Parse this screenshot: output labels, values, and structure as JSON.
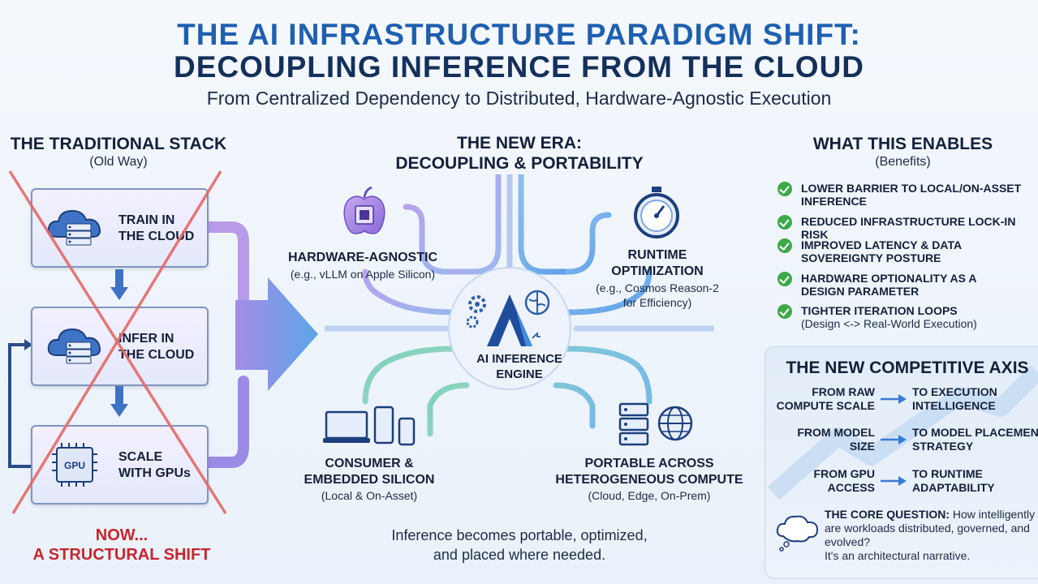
{
  "header": {
    "title_line1": "THE AI INFRASTRUCTURE PARADIGM SHIFT:",
    "title_line2": "DECOUPLING INFERENCE FROM THE CLOUD",
    "subtitle": "From Centralized Dependency to Distributed, Hardware-Agnostic Execution"
  },
  "traditional": {
    "heading": "THE TRADITIONAL STACK",
    "subheading": "(Old Way)",
    "steps": [
      {
        "line1": "TRAIN IN",
        "line2": "THE CLOUD",
        "icon": "cloud-server-icon"
      },
      {
        "line1": "INFER IN",
        "line2": "THE CLOUD",
        "icon": "cloud-server-icon"
      },
      {
        "line1": "SCALE",
        "line2": "WITH GPUs",
        "icon": "gpu-chip-icon",
        "chip_text": "GPU"
      }
    ],
    "now_line1": "NOW...",
    "now_line2": "A STRUCTURAL SHIFT"
  },
  "new_era": {
    "heading_line1": "THE NEW ERA:",
    "heading_line2": "DECOUPLING & PORTABILITY",
    "engine_line1": "AI INFERENCE",
    "engine_line2": "ENGINE",
    "features": [
      {
        "label": "HARDWARE-AGNOSTIC",
        "sub": "(e.g., vLLM on Apple Silicon)",
        "icon": "apple-chip-icon"
      },
      {
        "label_line1": "RUNTIME",
        "label_line2": "OPTIMIZATION",
        "sub_line1": "(e.g., Cosmos Reason-2",
        "sub_line2": "for Efficiency)",
        "icon": "stopwatch-icon"
      },
      {
        "label_line1": "CONSUMER &",
        "label_line2": "EMBEDDED SILICON",
        "sub": "(Local & On-Asset)",
        "icon": "devices-icon"
      },
      {
        "label_line1": "PORTABLE ACROSS",
        "label_line2": "HETEROGENEOUS COMPUTE",
        "sub": "(Cloud, Edge, On-Prem)",
        "icon": "server-globe-icon"
      }
    ],
    "caption_line1": "Inference becomes portable, optimized,",
    "caption_line2": "and placed where needed."
  },
  "benefits": {
    "heading": "WHAT THIS ENABLES",
    "subheading": "(Benefits)",
    "items": [
      {
        "line1": "LOWER BARRIER TO LOCAL/ON-ASSET",
        "line2": "INFERENCE"
      },
      {
        "line1": "REDUCED INFRASTRUCTURE LOCK-IN RISK"
      },
      {
        "line1": "IMPROVED LATENCY & DATA",
        "line2": "SOVEREIGNTY POSTURE"
      },
      {
        "line1": "HARDWARE OPTIONALITY AS A",
        "line2": "DESIGN PARAMETER"
      },
      {
        "line1": "TIGHTER ITERATION LOOPS",
        "sub": "(Design <-> Real-World Execution)"
      }
    ]
  },
  "competitive_axis": {
    "heading": "THE NEW COMPETITIVE AXIS",
    "rows": [
      {
        "from1": "FROM RAW",
        "from2": "COMPUTE SCALE",
        "to1": "TO EXECUTION",
        "to2": "INTELLIGENCE"
      },
      {
        "from1": "FROM MODEL",
        "from2": "SIZE",
        "to1": "TO MODEL PLACEMENT",
        "to2": "STRATEGY"
      },
      {
        "from1": "FROM GPU",
        "from2": "ACCESS",
        "to1": "TO RUNTIME",
        "to2": "ADAPTABILITY"
      }
    ],
    "core_label": "THE CORE QUESTION:",
    "core_text": "How intelligently are workloads distributed, governed, and evolved?",
    "core_tail": "It's an architectural narrative."
  },
  "colors": {
    "title_blue": "#1f5fb0",
    "title_navy": "#14305a",
    "red_accent": "#c4262e",
    "check_green": "#3fa84a",
    "arrow_blue": "#3a7bd5"
  }
}
